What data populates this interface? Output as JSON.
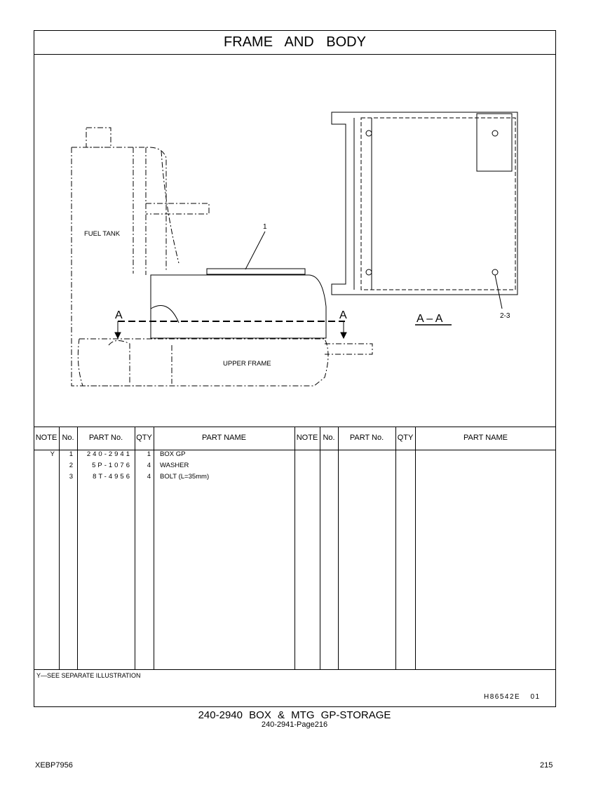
{
  "title": "FRAME AND BODY",
  "drawing": {
    "labels": {
      "fuel_tank": "FUEL TANK",
      "upper_frame": "UPPER FRAME",
      "callout_1": "1",
      "callout_2_3": "2-3",
      "section_a_left": "A",
      "section_a_right": "A",
      "section_view": "A – A"
    }
  },
  "table": {
    "headers": [
      "NOTE",
      "No.",
      "PART No.",
      "QTY",
      "PART NAME",
      "NOTE",
      "No.",
      "PART No.",
      "QTY",
      "PART NAME"
    ],
    "rows": [
      {
        "note": "Y",
        "no": "1",
        "part_no": "240-2941",
        "qty": "1",
        "name": "BOX GP"
      },
      {
        "note": "",
        "no": "2",
        "part_no": "5P-1076",
        "qty": "4",
        "name": "WASHER"
      },
      {
        "note": "",
        "no": "3",
        "part_no": "8T-4956",
        "qty": "4",
        "name": "BOLT (L=35mm)"
      }
    ],
    "footnote": "Y—SEE SEPARATE ILLUSTRATION",
    "illustration_ref": "H86542E 01"
  },
  "footer": {
    "title": "240-2940 BOX & MTG GP-STORAGE",
    "subtitle": "240-2941-Page216",
    "doc_id": "XEBP7956",
    "page_number": "215"
  }
}
